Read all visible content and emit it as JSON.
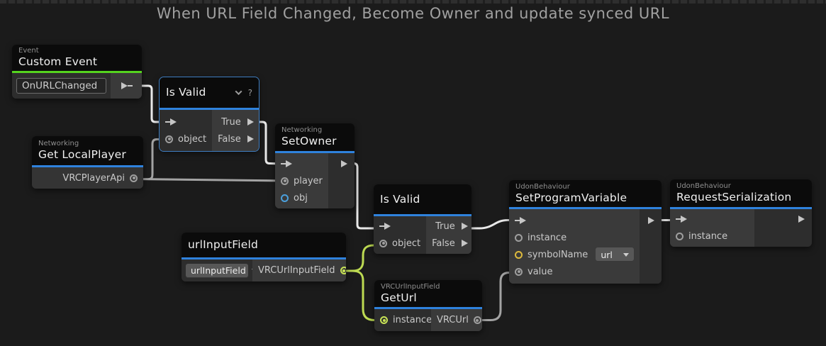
{
  "title": "When URL Field Changed, Become Owner and update synced URL",
  "colors": {
    "canvas_bg": "#1b1b1b",
    "node_header_bg": "#0b0b0b",
    "accent_blue": "#2f82dd",
    "accent_green": "#55d41f",
    "selection_blue": "#3f7ec2",
    "wire_white": "#e8e8e8",
    "wire_gray": "#a3a3a3",
    "wire_green": "#bdda52",
    "port_gray": "#9f9f9f",
    "port_green": "#c8e356",
    "port_yellow": "#ddba3d",
    "port_blue": "#4ba0dd",
    "title_text": "#a0a0a0"
  },
  "nodes": {
    "custom_event": {
      "category": "Event",
      "title": "Custom Event",
      "event_name_value": "OnURLChanged"
    },
    "is_valid_1": {
      "title": "Is Valid",
      "help_label": "?",
      "in_object": "object",
      "out_true": "True",
      "out_false": "False"
    },
    "get_local_player": {
      "category": "Networking",
      "title": "Get LocalPlayer",
      "out_type": "VRCPlayerApi"
    },
    "set_owner": {
      "category": "Networking",
      "title": "SetOwner",
      "in_player": "player",
      "in_obj": "obj"
    },
    "is_valid_2": {
      "title": "Is Valid",
      "in_object": "object",
      "out_true": "True",
      "out_false": "False"
    },
    "url_input_field": {
      "title": "urlInputField",
      "dropdown_value": "urlInputField",
      "out_type": "VRCUrlInputField"
    },
    "get_url": {
      "category": "VRCUrlInputField",
      "title": "GetUrl",
      "in_instance": "instance",
      "out_type": "VRCUrl"
    },
    "set_program_variable": {
      "category": "UdonBehaviour",
      "title": "SetProgramVariable",
      "in_instance": "instance",
      "in_symbol_name": "symbolName",
      "symbol_dropdown_value": "url",
      "in_value": "value"
    },
    "request_serialization": {
      "category": "UdonBehaviour",
      "title": "RequestSerialization",
      "in_instance": "instance"
    }
  }
}
